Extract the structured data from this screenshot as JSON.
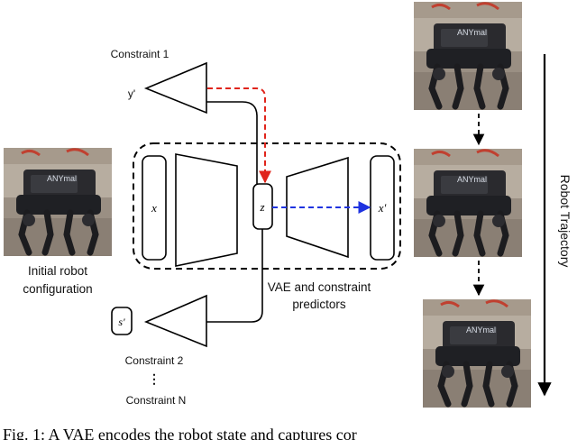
{
  "constraints": {
    "c1_label": "Constraint 1",
    "c1_output": "y'",
    "c2_label": "Constraint 2",
    "c2_output": "s'",
    "ellipsis": "⋮",
    "cn_label": "Constraint N"
  },
  "vae": {
    "input": "x",
    "latent": "z",
    "output": "x'",
    "caption_line1": "VAE and constraint",
    "caption_line2": "predictors"
  },
  "initial": {
    "line1": "Initial robot",
    "line2": "configuration"
  },
  "trajectory": {
    "label": "Robot Trajectory"
  },
  "robot_photo": {
    "brand": "ANYmal"
  },
  "figure_caption": "Fig. 1: A VAE encodes the robot state and captures cor",
  "colors": {
    "red_arrow": "#e0241b",
    "blue_arrow": "#1f33e0",
    "black": "#000000"
  }
}
